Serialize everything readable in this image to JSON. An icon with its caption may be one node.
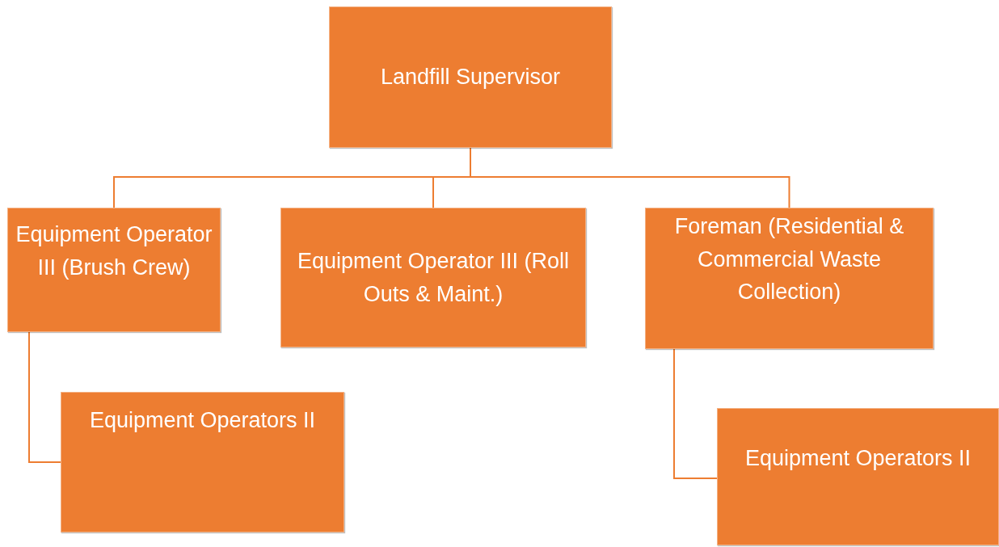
{
  "diagram": {
    "nodes": [
      {
        "text": [
          "Landfill Supervisor"
        ]
      },
      {
        "text": [
          "Equipment Operator III (Brush Crew)"
        ]
      },
      {
        "text": [
          "Equipment Operator III (Roll Outs & Maint.)"
        ]
      },
      {
        "text": [
          "Foreman (Residential & Commercial Waste Collection)"
        ]
      },
      {
        "text": [
          "Equipment Operators II"
        ]
      },
      {
        "text": [
          "Equipment Operators II"
        ]
      }
    ],
    "edges": [
      {
        "from": 0,
        "to": 1,
        "arrow": "none"
      },
      {
        "from": 0,
        "to": 2,
        "arrow": "none"
      },
      {
        "from": 0,
        "to": 3,
        "arrow": "none"
      },
      {
        "from": 1,
        "to": 4,
        "arrow": "none"
      },
      {
        "from": 3,
        "to": 5,
        "arrow": "none"
      }
    ]
  }
}
